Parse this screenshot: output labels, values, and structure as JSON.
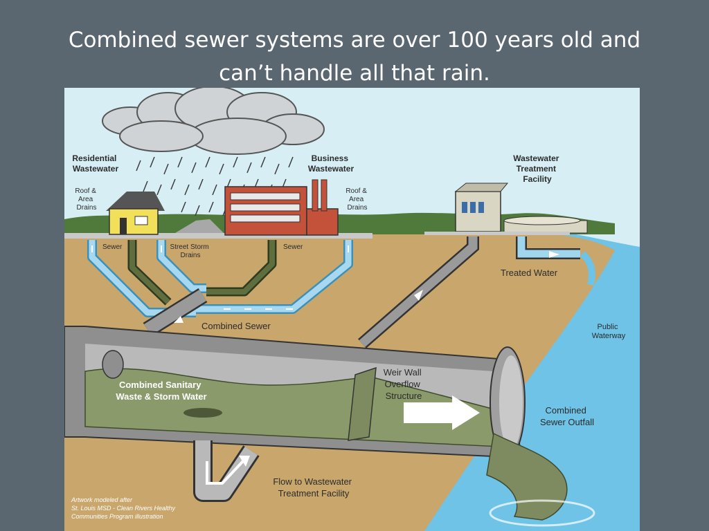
{
  "slide": {
    "title_line1": "Combined sewer systems are over 100 years old and",
    "title_line2": "can’t handle all that rain."
  },
  "diagram": {
    "residential": [
      "Residential",
      "Wastewater"
    ],
    "roof_left": [
      "Roof &",
      "Area",
      "Drains"
    ],
    "business": [
      "Business",
      "Wastewater"
    ],
    "roof_right": [
      "Roof &",
      "Area",
      "Drains"
    ],
    "treatment": [
      "Wastewater",
      "Treatment",
      "Facility"
    ],
    "sewer_left": "Sewer",
    "street_storm": [
      "Street Storm",
      "Drains"
    ],
    "sewer_right": "Sewer",
    "treated_water": "Treated Water",
    "combined_sewer": "Combined Sewer",
    "public_waterway": [
      "Public",
      "Waterway"
    ],
    "combined_sanitary": [
      "Combined Sanitary",
      "Waste & Storm Water"
    ],
    "weir": [
      "Weir Wall",
      "Overflow",
      "Structure"
    ],
    "outfall": [
      "Combined",
      "Sewer Outfall"
    ],
    "flow_to": [
      "Flow to Wastewater",
      "Treatment Facility"
    ],
    "credit": [
      "Artwork modeled after",
      "St. Louis MSD - Clean Rivers Healthy",
      "Communities Program illustration"
    ]
  },
  "colors": {
    "sky": "#d6eef4",
    "ground": "#c8a66c",
    "water": "#6ec3e6",
    "wastewater": "#8a9a6b",
    "clean_pipe": "#a8d8ef",
    "dirty_pipe": "#5f6e3f",
    "house": "#f2e05a",
    "factory": "#c4513a"
  }
}
